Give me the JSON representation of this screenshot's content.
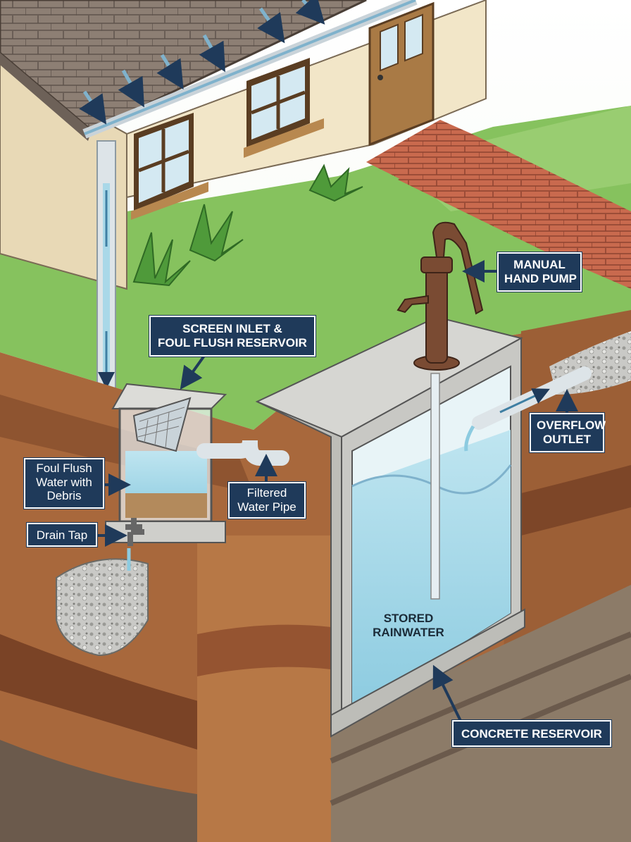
{
  "labels": {
    "manual_hand_pump": [
      "MANUAL",
      "HAND PUMP"
    ],
    "screen_inlet": [
      "SCREEN INLET &",
      "FOUL FLUSH RESERVOIR"
    ],
    "overflow_outlet": [
      "OVERFLOW",
      "OUTLET"
    ],
    "foul_flush": [
      "Foul Flush",
      "Water with",
      "Debris"
    ],
    "filtered_pipe": [
      "Filtered",
      "Water Pipe"
    ],
    "drain_tap": "Drain Tap",
    "stored_rainwater": [
      "STORED",
      "RAINWATER"
    ],
    "concrete_reservoir": "CONCRETE RESERVOIR"
  },
  "colors": {
    "callout_bg": "#1f3a5a",
    "water": "#a9d8e8",
    "concrete": "#cfcfcb",
    "grass": "#7fbf5a",
    "soil": "#a8683c",
    "brick": "#c96a4e",
    "house_wall": "#f2e6c8",
    "roof": "#8d7f74"
  }
}
